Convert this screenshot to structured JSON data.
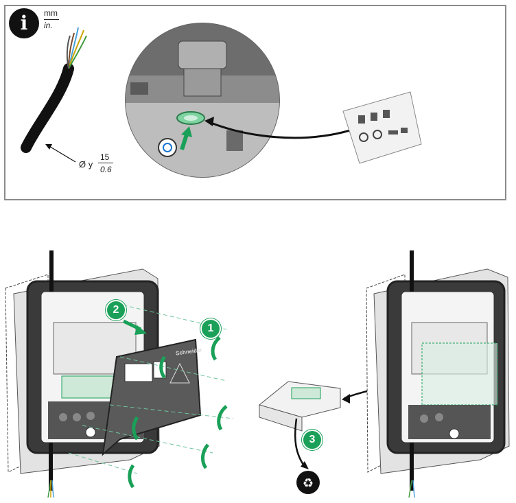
{
  "units": {
    "mm": "mm",
    "inch": "in."
  },
  "cable": {
    "diameter_prefix": "Ø y",
    "mm": "15",
    "inch": "0.6"
  },
  "steps": {
    "one": "1",
    "two": "2",
    "three": "3"
  },
  "cover": {
    "brand": "Schneider"
  },
  "icons": {
    "info": "i",
    "recycle": "♻"
  }
}
